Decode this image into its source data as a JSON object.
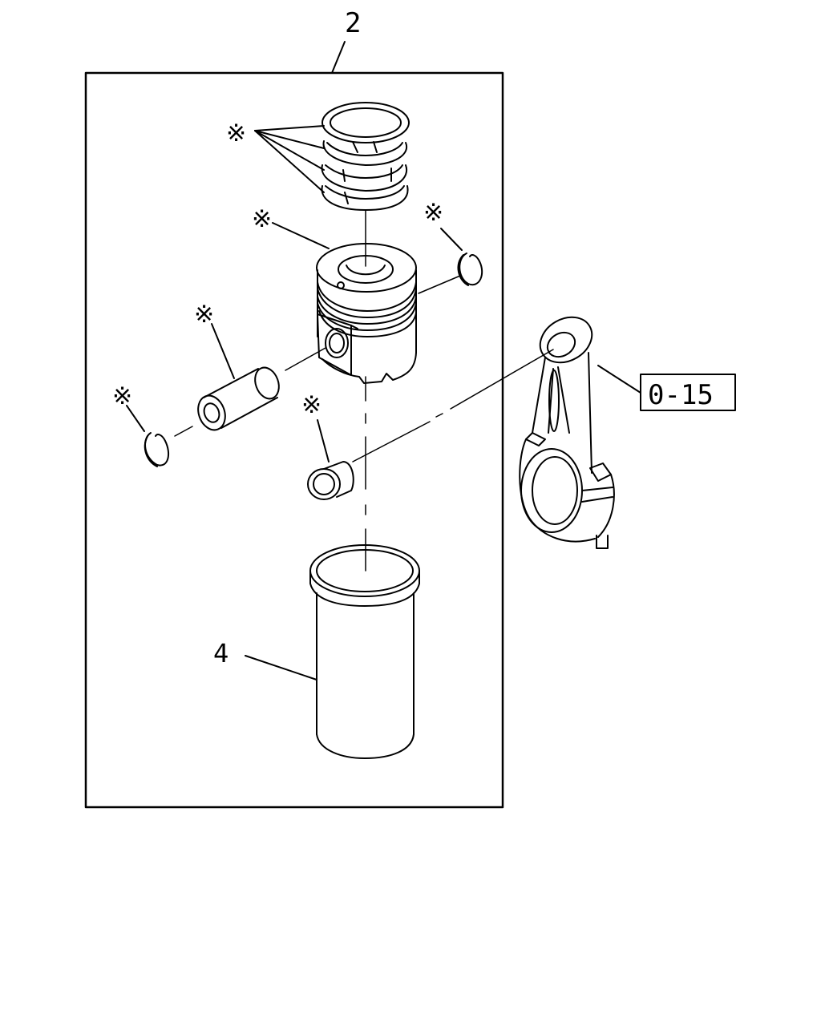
{
  "diagram": {
    "group_callout": "2",
    "liner_callout": "4",
    "reference_callout": "0-15",
    "mark_symbol": "※"
  }
}
